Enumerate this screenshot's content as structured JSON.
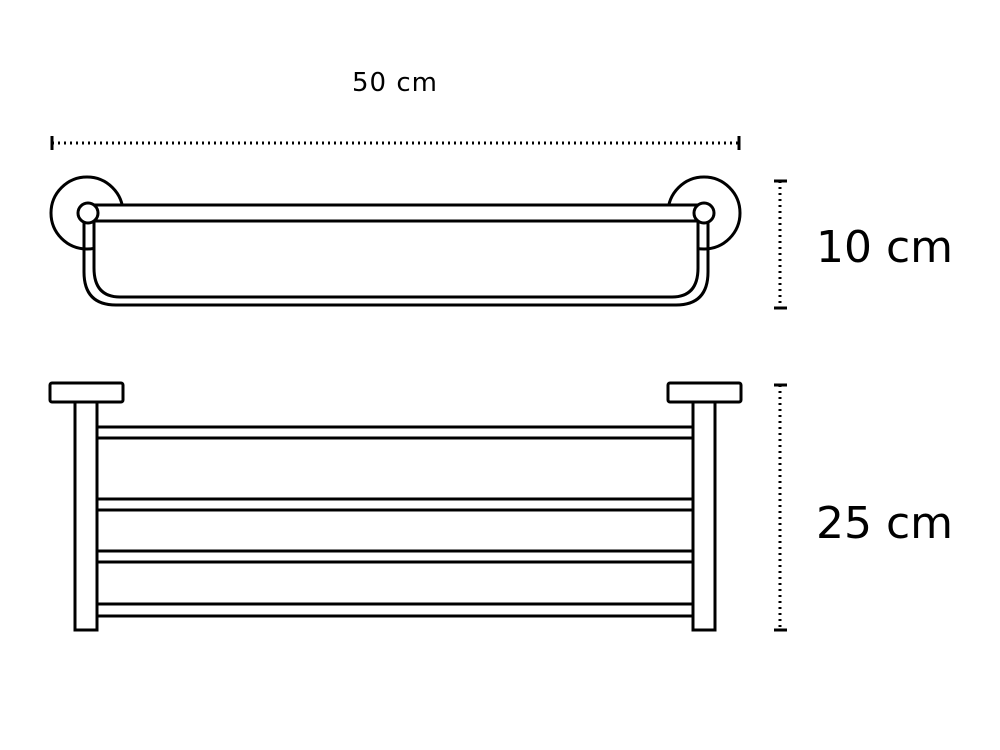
{
  "dimensions": {
    "width": "50 cm",
    "depth": "10 cm",
    "height": "25 cm"
  },
  "colors": {
    "line": "#000000",
    "background": "#ffffff"
  }
}
